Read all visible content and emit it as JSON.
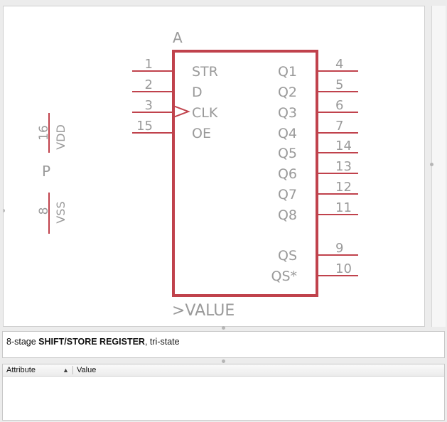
{
  "symbol": {
    "name_label": "A",
    "value_label": ">VALUE",
    "power_label": "P",
    "left_pins": [
      {
        "num": "1",
        "name": "STR"
      },
      {
        "num": "2",
        "name": "D"
      },
      {
        "num": "3",
        "name": "CLK"
      },
      {
        "num": "15",
        "name": "OE"
      }
    ],
    "right_pins": [
      {
        "num": "4",
        "name": "Q1"
      },
      {
        "num": "5",
        "name": "Q2"
      },
      {
        "num": "6",
        "name": "Q3"
      },
      {
        "num": "7",
        "name": "Q4"
      },
      {
        "num": "14",
        "name": "Q5"
      },
      {
        "num": "13",
        "name": "Q6"
      },
      {
        "num": "12",
        "name": "Q7"
      },
      {
        "num": "11",
        "name": "Q8"
      },
      {
        "num": "9",
        "name": "QS"
      },
      {
        "num": "10",
        "name": "QS*"
      }
    ],
    "power_pins": [
      {
        "num": "16",
        "name": "VDD"
      },
      {
        "num": "8",
        "name": "VSS"
      }
    ]
  },
  "description": {
    "prefix": "8-stage ",
    "bold": "SHIFT/STORE REGISTER",
    "suffix": ", tri-state"
  },
  "attributes": {
    "col_attribute": "Attribute",
    "col_value": "Value",
    "sort_arrow": "▲",
    "rows": []
  },
  "colors": {
    "symbol_red": "#c0424c",
    "text_gray": "#9a9a9a"
  }
}
